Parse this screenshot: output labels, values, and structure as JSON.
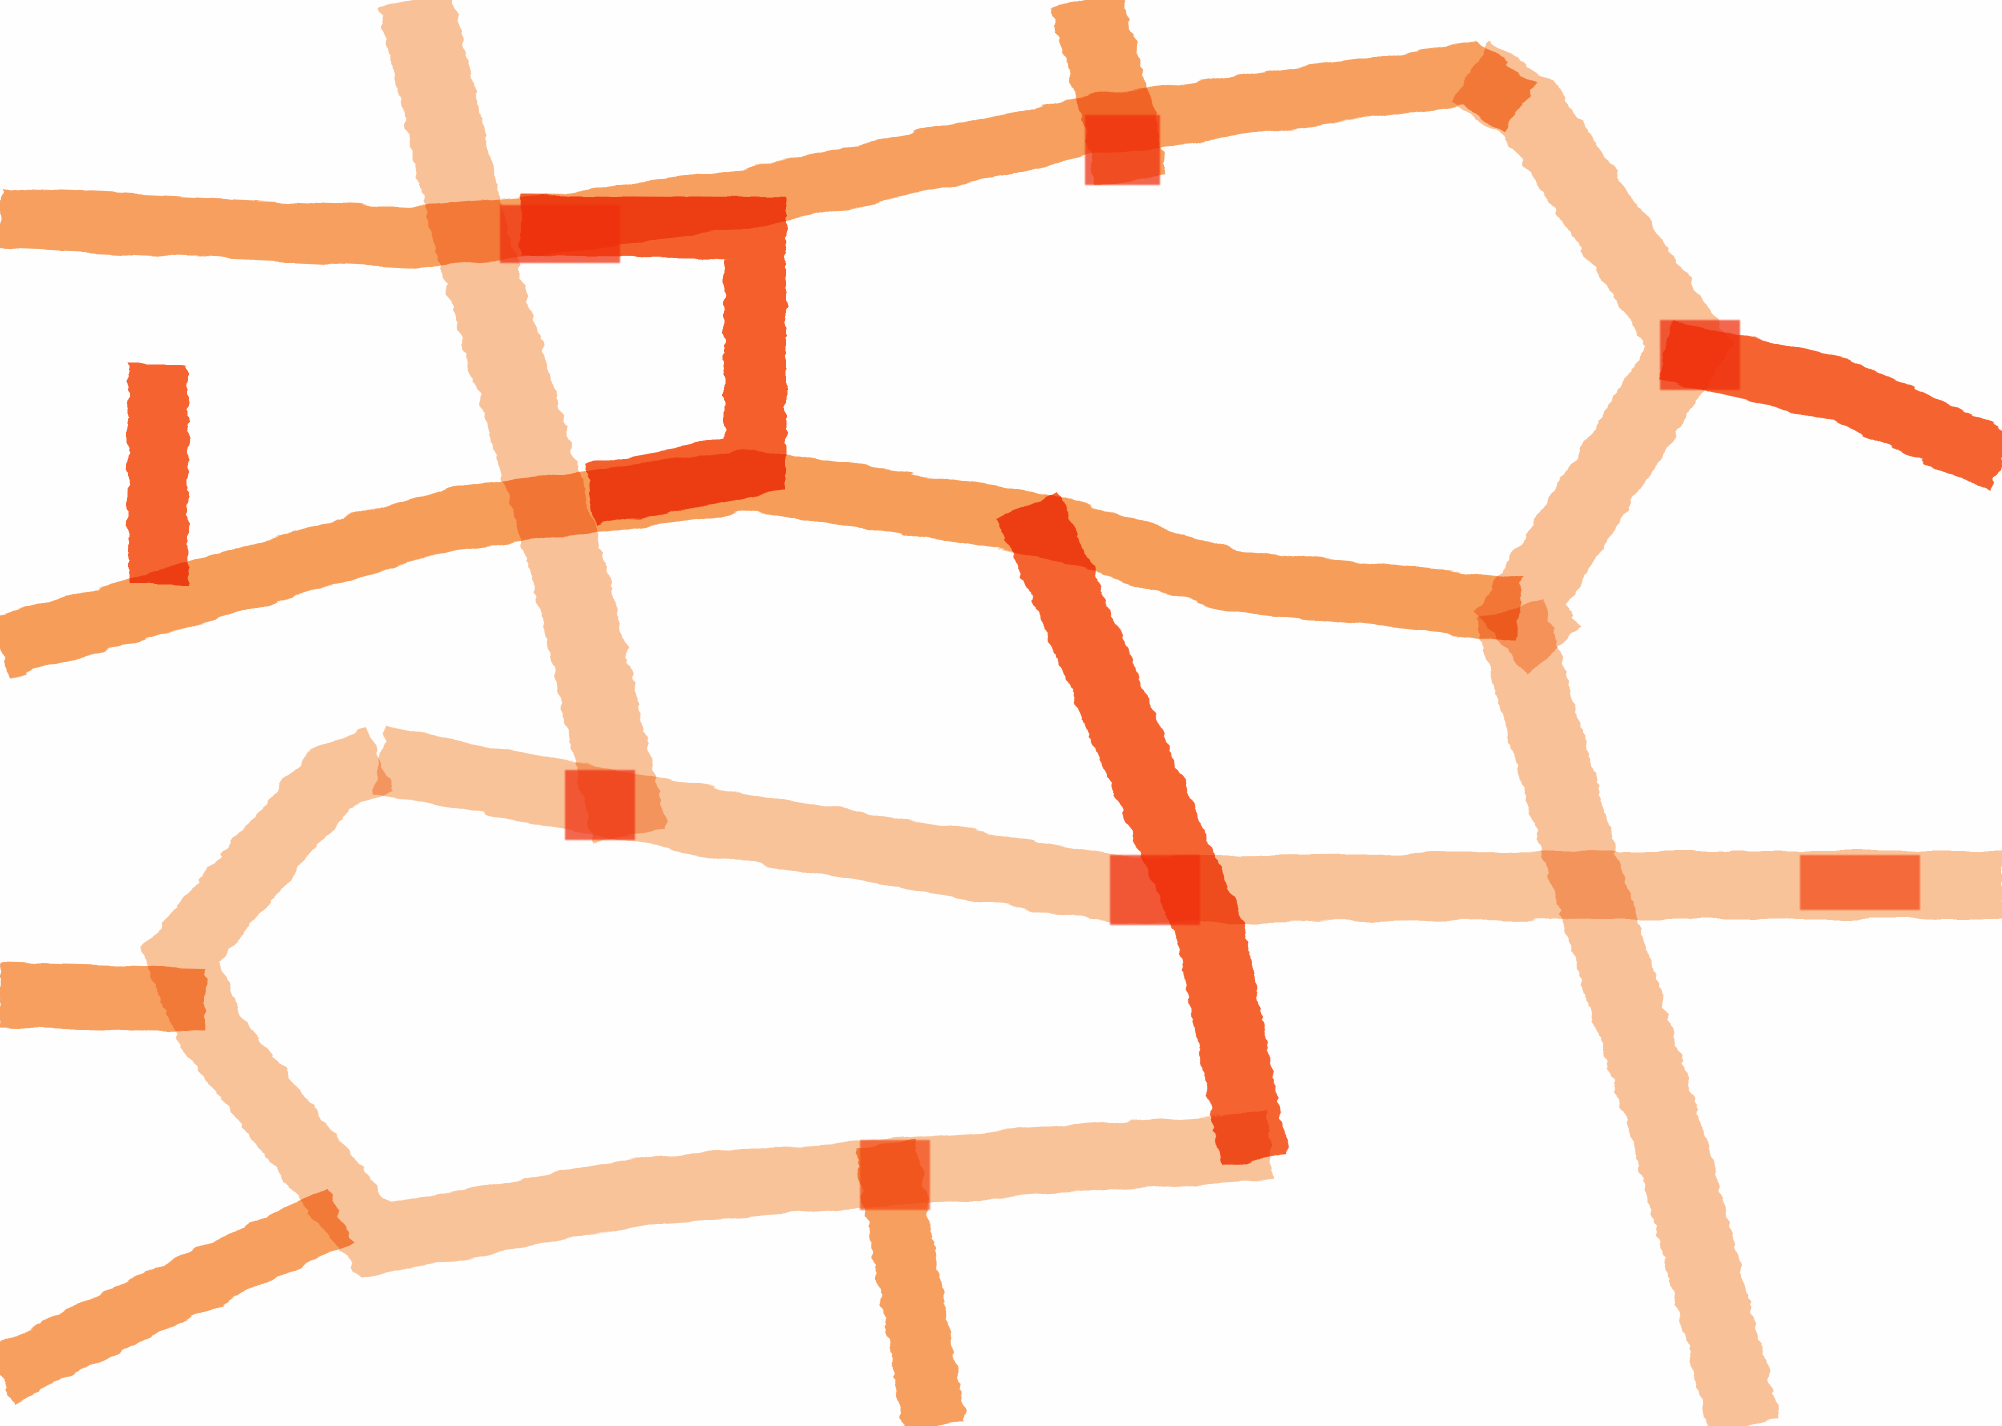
{
  "artwork": {
    "subject": "painted-orange-stroke-network",
    "colors": {
      "paper": "#fefefe",
      "light_wash": "#f7b07a",
      "mid_wash": "#f58a3a",
      "strong_red_orange": "#f34a12",
      "deep_overlap": "#ef2f08"
    },
    "strokes": [
      {
        "id": "top-band",
        "tone": "mid_wash",
        "opacity": 0.82
      },
      {
        "id": "upper-connector",
        "tone": "strong_red_orange",
        "opacity": 0.88
      },
      {
        "id": "left-diagonal",
        "tone": "light_wash",
        "opacity": 0.78
      },
      {
        "id": "top-short-vertical",
        "tone": "mid_wash",
        "opacity": 0.82
      },
      {
        "id": "right-upper-frame",
        "tone": "light_wash",
        "opacity": 0.8
      },
      {
        "id": "middle-band",
        "tone": "mid_wash",
        "opacity": 0.84
      },
      {
        "id": "left-hook",
        "tone": "strong_red_orange",
        "opacity": 0.86
      },
      {
        "id": "center-diagonal",
        "tone": "strong_red_orange",
        "opacity": 0.86
      },
      {
        "id": "lower-long-band",
        "tone": "light_wash",
        "opacity": 0.76
      },
      {
        "id": "right-descender",
        "tone": "light_wash",
        "opacity": 0.78
      },
      {
        "id": "bottom-loop",
        "tone": "light_wash",
        "opacity": 0.76
      },
      {
        "id": "bottom-left-diagonal",
        "tone": "mid_wash",
        "opacity": 0.82
      },
      {
        "id": "bottom-vertical",
        "tone": "mid_wash",
        "opacity": 0.82
      }
    ]
  }
}
